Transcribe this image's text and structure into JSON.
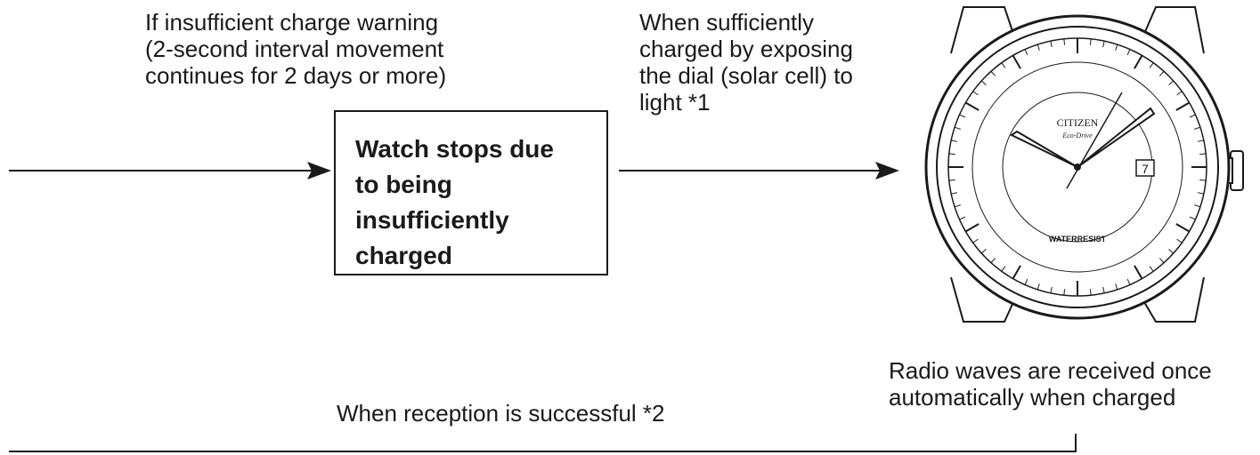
{
  "diagram": {
    "warning_text": "If insufficient charge warning\n(2-second interval movement\ncontinues for 2 days or more)",
    "box_text": "Watch stops due\nto being\ninsufficiently\ncharged",
    "charged_text": "When sufficiently\ncharged by exposing\nthe dial (solar cell) to\nlight *1",
    "radio_text": "Radio waves are received once\nautomatically when charged",
    "success_text": "When reception is successful *2"
  },
  "watch": {
    "brand": "CITIZEN",
    "sub_brand": "Eco-Drive",
    "date": "7",
    "dial_label": "WATERRESIST"
  }
}
